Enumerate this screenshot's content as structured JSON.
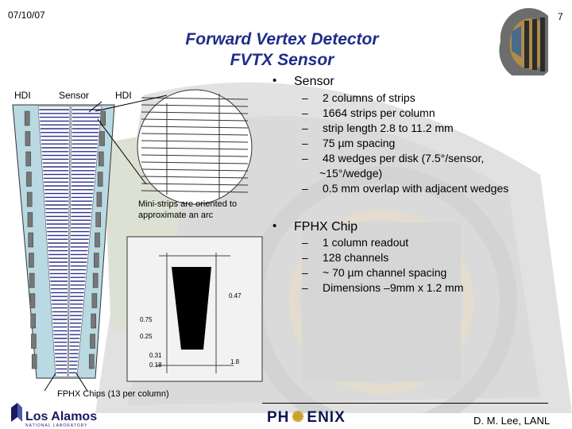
{
  "header": {
    "date": "07/10/07",
    "page_number": "7"
  },
  "title": {
    "line1": "Forward Vertex Detector",
    "line2": "FVTX Sensor"
  },
  "diagram": {
    "label_hdi_left": "HDI",
    "label_sensor": "Sensor",
    "label_hdi_right": "HDI",
    "ministrip_note_line1": "Mini-strips are oriented to",
    "ministrip_note_line2": "approximate an arc",
    "fphx_chips_note": "FPHX Chips (13 per column)"
  },
  "sensor_section": {
    "heading": "Sensor",
    "items": [
      "2 columns of strips",
      "1664 strips per column",
      "strip length 2.8 to 11.2 mm",
      "75 µm spacing",
      "48 wedges per disk (7.5°/sensor,",
      "~15°/wedge)",
      "0.5 mm overlap with adjacent wedges"
    ]
  },
  "chip_section": {
    "heading": "FPHX Chip",
    "items": [
      "1 column readout",
      "128 channels",
      "~ 70 µm channel spacing",
      "Dimensions –9mm x 1.2 mm"
    ]
  },
  "footer": {
    "lanl_name": "Los Alamos",
    "lanl_sub": "NATIONAL LABORATORY",
    "phenix_left": "PH",
    "phenix_right": "ENIX",
    "author": "D. M. Lee, LANL"
  },
  "colors": {
    "title": "#1f2d8a",
    "sensor_strip": "#2b2f8a",
    "hdi": "#b9d9e3",
    "detector_bg": "#6b6b6b"
  },
  "icons": [
    "bullet-icon",
    "dash-icon",
    "phenix-logo-icon",
    "lanl-logo-icon"
  ]
}
